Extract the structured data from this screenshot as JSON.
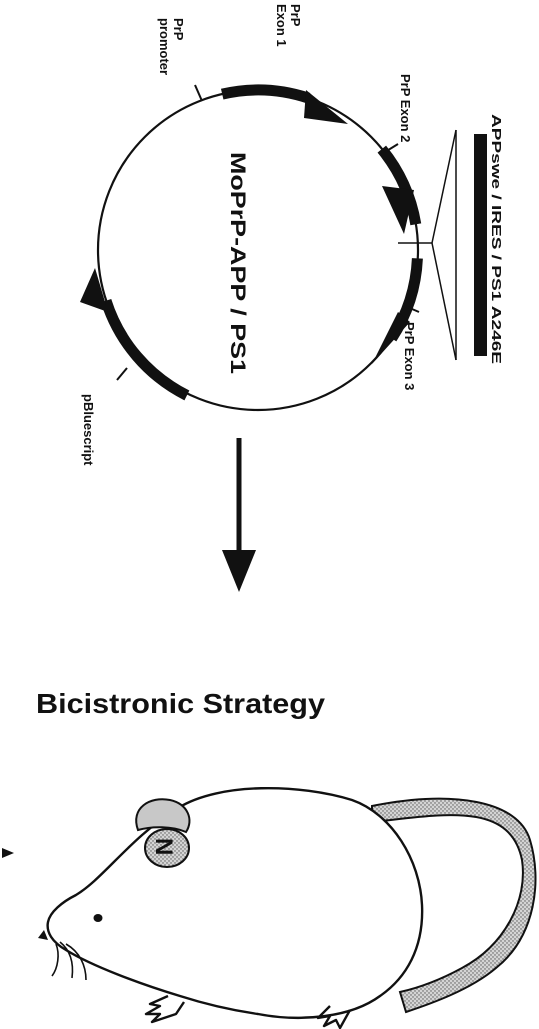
{
  "plasmid": {
    "name": "MoPrP-APP / PS1",
    "labels": {
      "prp_exon1_line1": "PrP",
      "prp_exon1_line2": "Exon 1",
      "prp_promoter_line1": "PrP",
      "prp_promoter_line2": "promoter",
      "prp_exon2": "PrP Exon 2",
      "prp_exon3": "PrP Exon 3",
      "pbluescript": "pBluescript"
    },
    "insert": {
      "label": "APPswe / IRES / PS1 A246E"
    }
  },
  "strategy": {
    "title": "Bicistronic Strategy"
  },
  "mouse": {
    "badge_text": "N"
  },
  "colors": {
    "ink": "#111111",
    "mouse_tail_fill": "#bdbdbd",
    "ear_fill": "#c8c8c8",
    "background": "#ffffff"
  },
  "icons": [
    "plasmid-map",
    "down-arrow",
    "mouse-illustration"
  ]
}
